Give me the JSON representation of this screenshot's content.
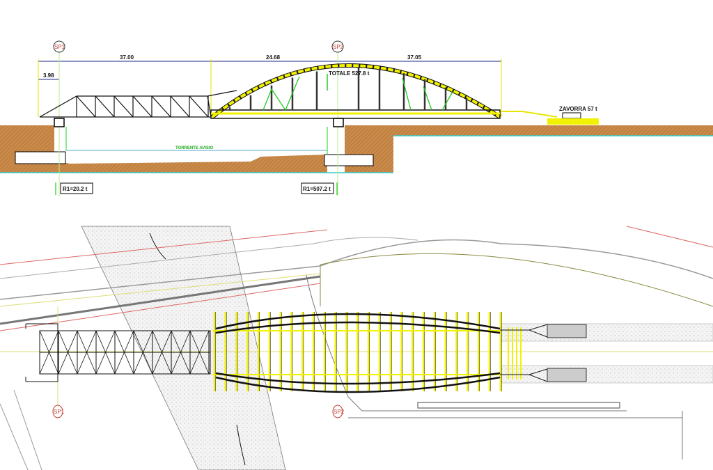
{
  "elevation": {
    "supports": [
      "SP1",
      "SP2"
    ],
    "dimensions": [
      "37.00",
      "24.68",
      "37.05",
      "3.98"
    ],
    "total_load": "TOTALE 527.8 t",
    "ballast": "ZAVORRA 57 t",
    "river": "TORRENTE AVISIO",
    "reactions": [
      "R1=20.2 t",
      "R1=507.2 t"
    ]
  },
  "plan": {
    "supports": [
      "SP1",
      "SP2"
    ]
  },
  "colors": {
    "steel_yellow": "#f2f200",
    "ground": "#c98a4a",
    "dimension": "#1b2a80",
    "green": "#22cc22",
    "axis": "#c0392b"
  }
}
